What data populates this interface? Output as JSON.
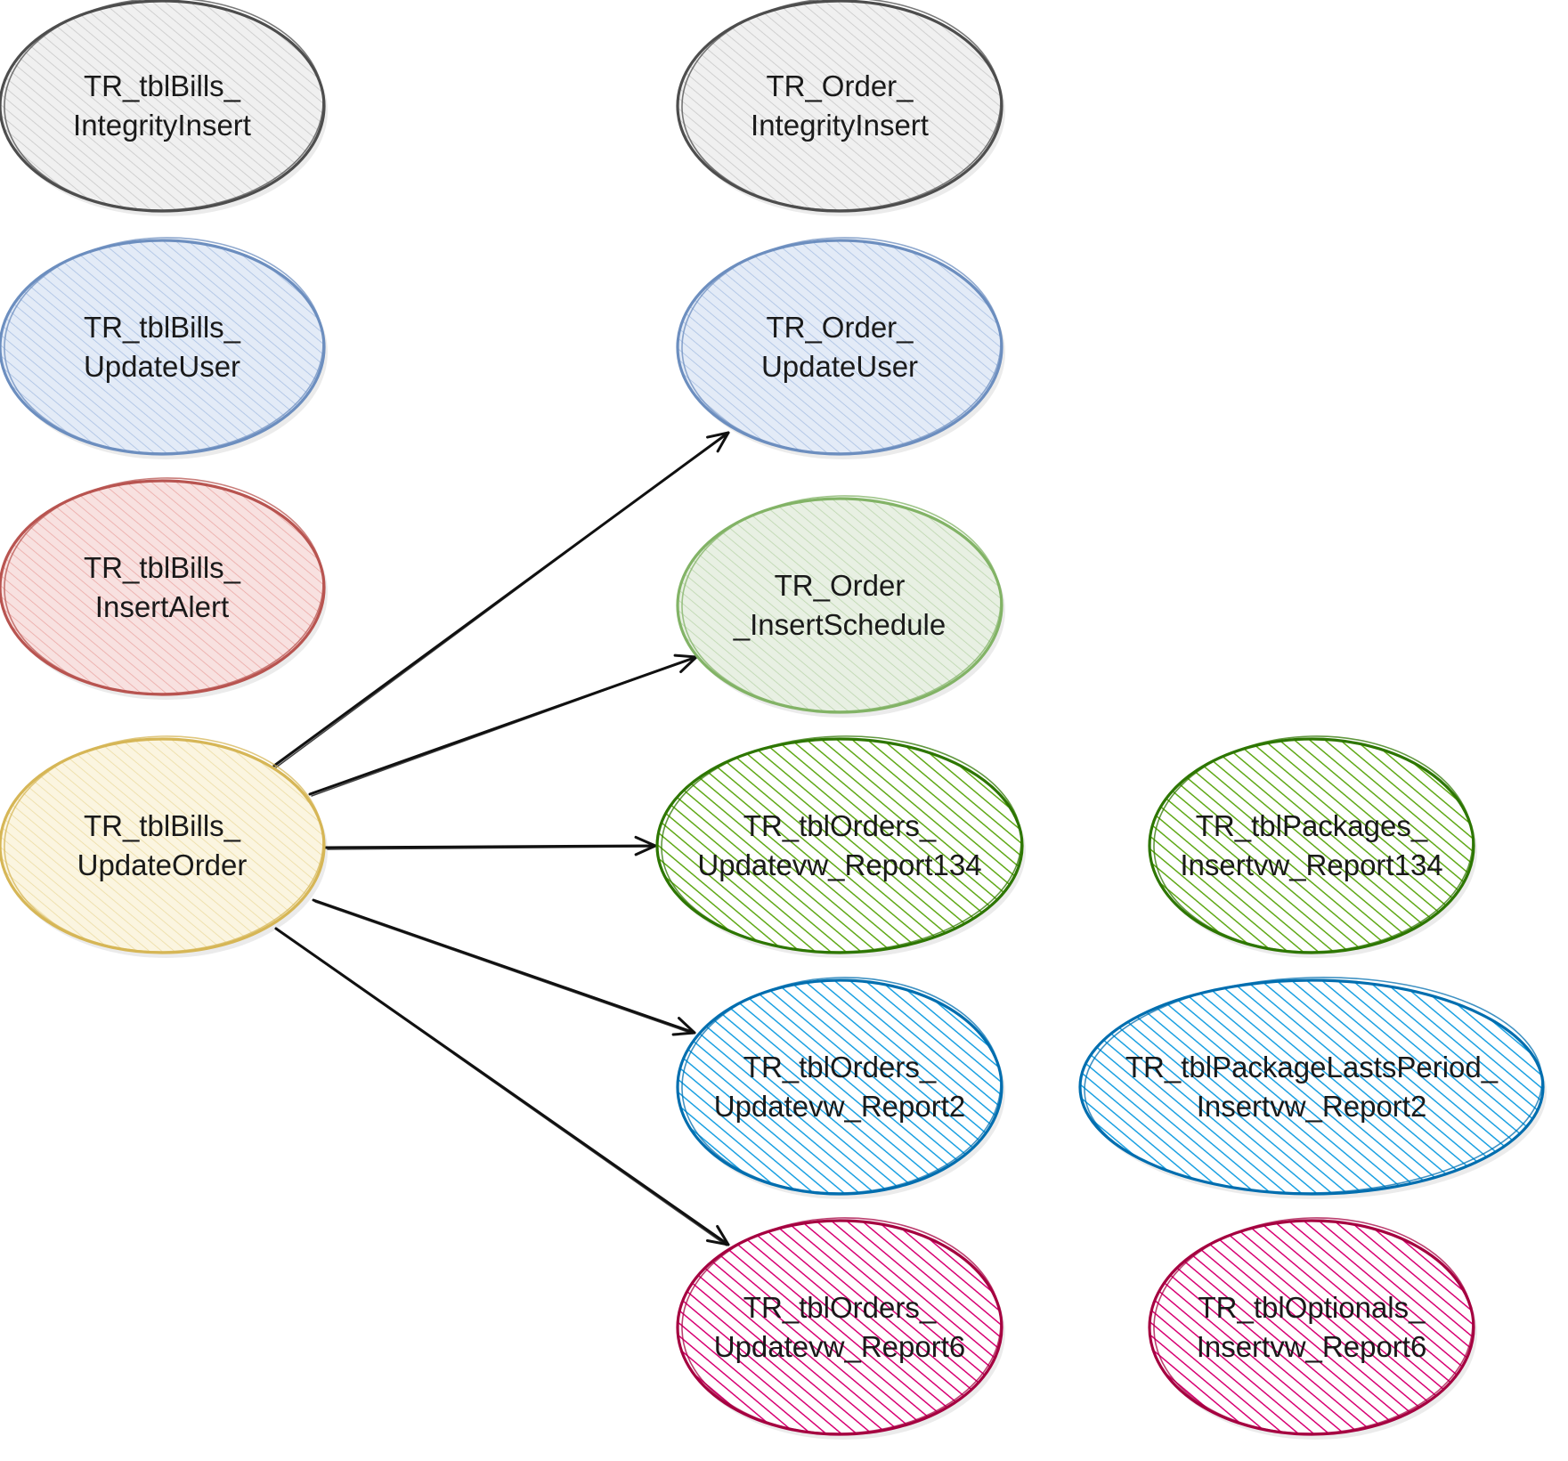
{
  "nodes": [
    {
      "id": "bills-integrity-insert",
      "lines": [
        "TR_tblBills_",
        "IntegrityInsert"
      ],
      "stroke": "#4d4d4d",
      "fill": "#f0f0f0",
      "hatch": "#c8c8c8",
      "dense": false
    },
    {
      "id": "order-integrity-insert",
      "lines": [
        "TR_Order_",
        "IntegrityInsert"
      ],
      "stroke": "#4d4d4d",
      "fill": "#f0f0f0",
      "hatch": "#c8c8c8",
      "dense": false
    },
    {
      "id": "bills-update-user",
      "lines": [
        "TR_tblBills_",
        "UpdateUser"
      ],
      "stroke": "#6c8ebf",
      "fill": "#e3ebf7",
      "hatch": "#a9c0e3",
      "dense": false
    },
    {
      "id": "order-update-user",
      "lines": [
        "TR_Order_",
        "UpdateUser"
      ],
      "stroke": "#6c8ebf",
      "fill": "#e3ebf7",
      "hatch": "#a9c0e3",
      "dense": false
    },
    {
      "id": "bills-insert-alert",
      "lines": [
        "TR_tblBills_",
        "InsertAlert"
      ],
      "stroke": "#b85450",
      "fill": "#f8e1e0",
      "hatch": "#eba9a6",
      "dense": false
    },
    {
      "id": "order-insert-schedule",
      "lines": [
        "TR_Order",
        "_InsertSchedule"
      ],
      "stroke": "#82b366",
      "fill": "#e8f0e3",
      "hatch": "#bcd6ad",
      "dense": false
    },
    {
      "id": "bills-update-order",
      "lines": [
        "TR_tblBills_",
        "UpdateOrder"
      ],
      "stroke": "#d6b656",
      "fill": "#fbf5e0",
      "hatch": "#ecdca3",
      "dense": false
    },
    {
      "id": "orders-update-report134",
      "lines": [
        "TR_tblOrders_",
        "Updatevw_Report134"
      ],
      "stroke": "#2d7600",
      "fill": "#ffffff",
      "hatch": "#60a917",
      "dense": true
    },
    {
      "id": "packages-insert-report134",
      "lines": [
        "TR_tblPackages_",
        "Insertvw_Report134"
      ],
      "stroke": "#2d7600",
      "fill": "#ffffff",
      "hatch": "#60a917",
      "dense": true
    },
    {
      "id": "orders-update-report2",
      "lines": [
        "TR_tblOrders_",
        "Updatevw_Report2"
      ],
      "stroke": "#006eaf",
      "fill": "#ffffff",
      "hatch": "#1ba1e2",
      "dense": true
    },
    {
      "id": "package-lasts-period-insert-report2",
      "lines": [
        "TR_tblPackageLastsPeriod_",
        "Insertvw_Report2"
      ],
      "stroke": "#006eaf",
      "fill": "#ffffff",
      "hatch": "#1ba1e2",
      "dense": true
    },
    {
      "id": "orders-update-report6",
      "lines": [
        "TR_tblOrders_",
        "Updatevw_Report6"
      ],
      "stroke": "#a50040",
      "fill": "#ffffff",
      "hatch": "#d80073",
      "dense": true
    },
    {
      "id": "optionals-insert-report6",
      "lines": [
        "TR_tblOptionals_",
        "Insertvw_Report6"
      ],
      "stroke": "#a50040",
      "fill": "#ffffff",
      "hatch": "#d80073",
      "dense": true
    }
  ],
  "edges": [
    {
      "from": "bills-update-order",
      "to": "order-update-user"
    },
    {
      "from": "bills-update-order",
      "to": "order-insert-schedule"
    },
    {
      "from": "bills-update-order",
      "to": "orders-update-report134"
    },
    {
      "from": "bills-update-order",
      "to": "orders-update-report2"
    },
    {
      "from": "bills-update-order",
      "to": "orders-update-report6"
    }
  ]
}
